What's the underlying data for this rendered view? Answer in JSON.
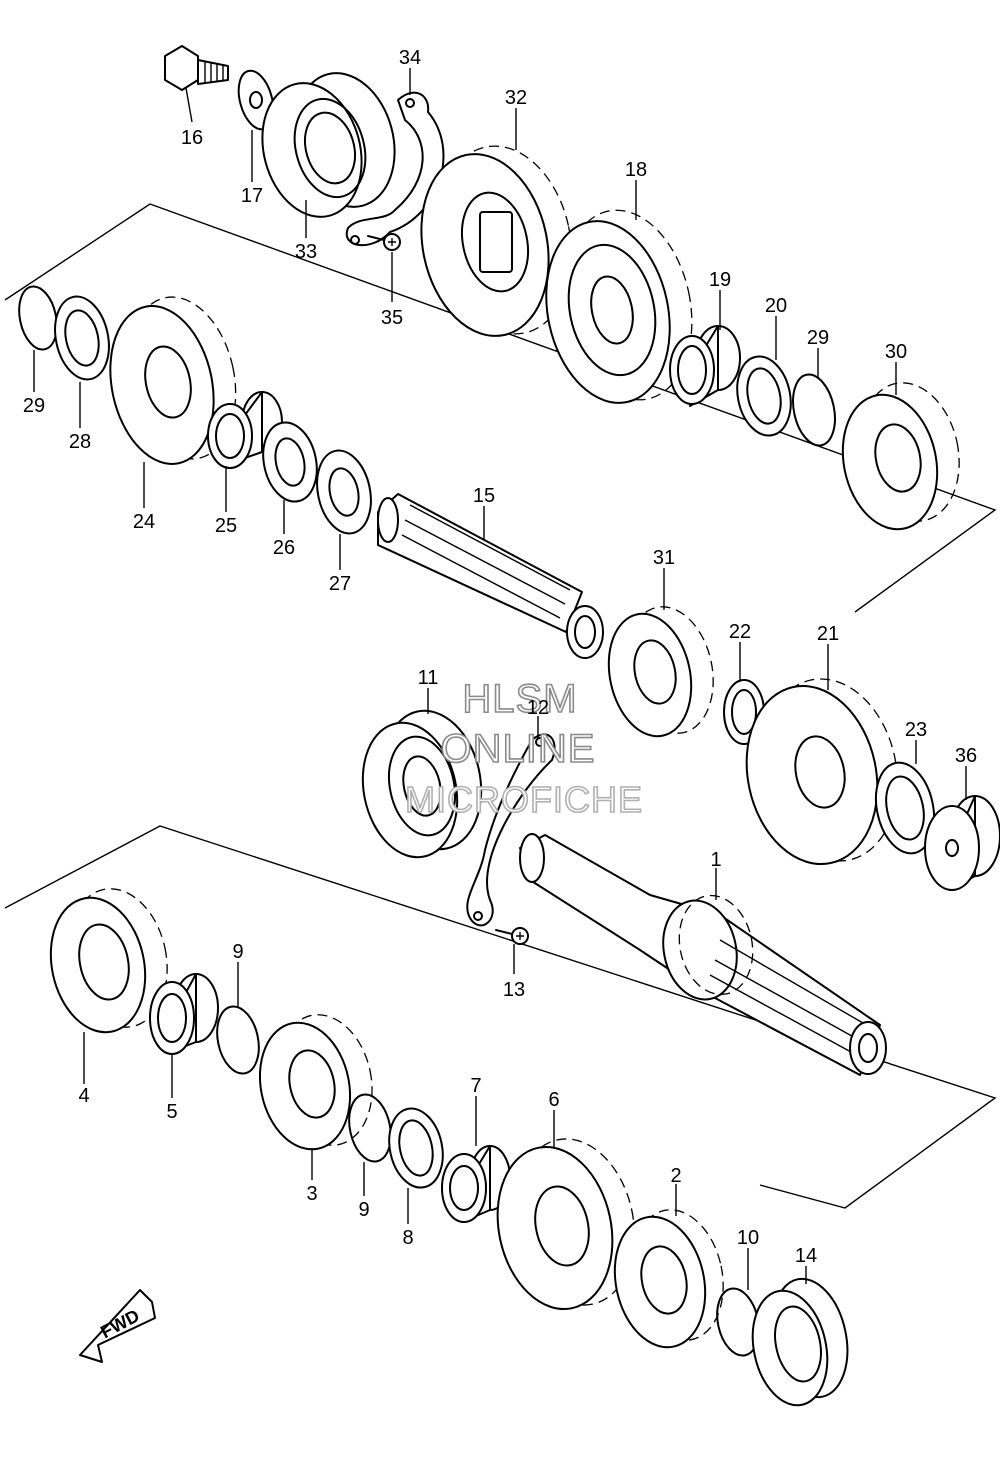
{
  "callouts": [
    "1",
    "2",
    "3",
    "4",
    "5",
    "6",
    "7",
    "8",
    "9",
    "9",
    "10",
    "11",
    "12",
    "13",
    "14",
    "15",
    "16",
    "17",
    "18",
    "19",
    "20",
    "21",
    "22",
    "23",
    "24",
    "25",
    "26",
    "27",
    "28",
    "29",
    "29",
    "30",
    "31",
    "32",
    "33",
    "34",
    "35",
    "36"
  ],
  "watermark": {
    "line1": "HLSM",
    "line2": "ONLINE",
    "line3": "MICROFICHE"
  },
  "fwd_label": "FWD"
}
